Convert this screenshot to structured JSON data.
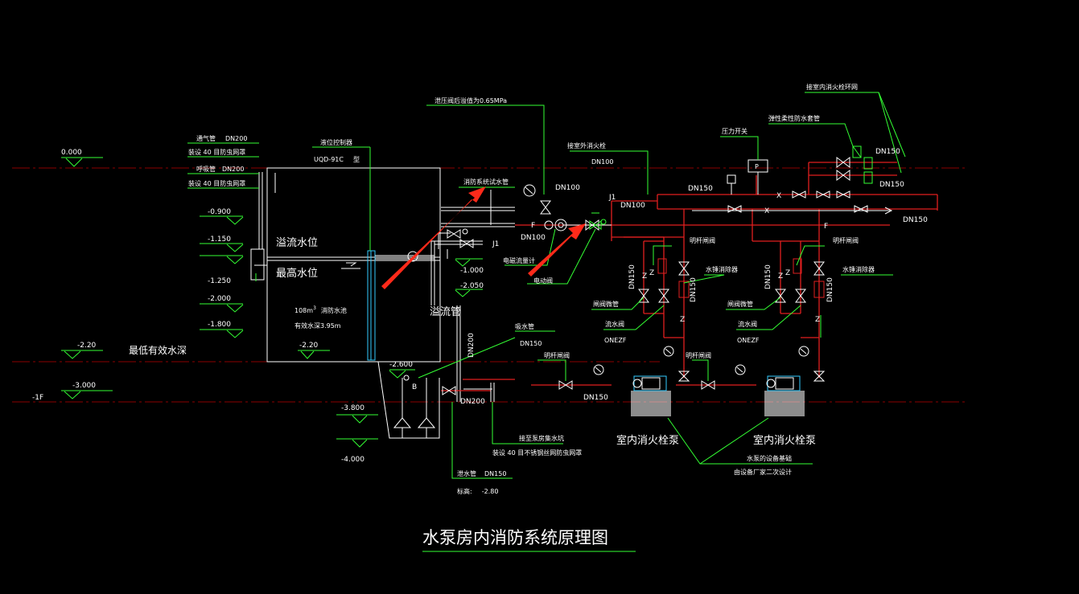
{
  "title": "水泵房内消防系统原理图",
  "levels": {
    "l0": "0.000",
    "l0900": "-0.900",
    "l1150": "-1.150",
    "l1250": "-1.250",
    "l2000": "-2.000",
    "l1800": "-1.800",
    "l220": "-2.20",
    "l3000": "-3.000",
    "floor": "-1F",
    "l220b": "-2.20",
    "l1000": "-1.000",
    "l2050": "-2.050",
    "l2600": "-2.600",
    "l3800": "-3.800",
    "l4000": "-4.000",
    "lowest_note": "最低有效水深"
  },
  "tank": {
    "overflow_level": "溢流水位",
    "max_level": "最高水位",
    "volume": "108m",
    "volume_sup": "3",
    "volume_suffix": "消防水池",
    "depth": "有效水深3.95m",
    "overflow_pipe": "溢流管",
    "vent_pipe": "通气管",
    "vent_dn": "DN200",
    "vent_mesh": "装设 40 目防虫网罩",
    "breath_pipe": "呼吸管",
    "breath_dn": "DN200",
    "breath_mesh": "装设 40 目防虫网罩",
    "controller": "液位控制器",
    "controller_model": "UQD-91C",
    "controller_type": "型"
  },
  "labels": {
    "relief_valve": "泄压阀后溢值为0.65MPa",
    "test_pipe": "消防系统试水管",
    "to_ext": "接室外消火栓",
    "to_ext_dn": "DN100",
    "dn100_a": "DN100",
    "dn100_b": "DN100",
    "dn100_c": "DN100",
    "j1_a": "J1",
    "j1_b": "J1",
    "f_a": "F",
    "f_b": "F",
    "x_a": "X",
    "x_b": "X",
    "dn150_a": "DN150",
    "dn150_b": "DN150",
    "dn150_c": "DN150",
    "dn150_d": "DN150",
    "flowmeter": "电磁流量计",
    "e_valve": "电动阀",
    "pressure_switch": "压力开关",
    "p_box": "P",
    "soft_joint": "弹性柔性防水套管",
    "ring_net": "接室内消火栓环网",
    "gate1": "明杆闸阀",
    "gate2": "明杆闸阀",
    "gate3": "明杆闸阀",
    "hammer1": "水锤消除器",
    "hammer2": "水锤消除器",
    "check1": "闸阀微管",
    "check2": "闸阀微管",
    "flow_sw1": "流水阀",
    "flow_sw2": "流水阀",
    "onezf1": "ONEZF",
    "onezf2": "ONEZF",
    "dn150_v1": "DN150",
    "dn150_v2": "DN150",
    "dn150_v3": "DN150",
    "dn150_v4": "DN150",
    "z1": "Z",
    "z2": "Z",
    "z3": "Z",
    "z4": "Z",
    "z5": "Z",
    "z6": "Z",
    "dn200_v": "DN200",
    "dn200_h": "DN200",
    "suction": "吸水管",
    "suction_dn": "DN150",
    "gate_bottom": "明杆闸阀",
    "dn150_pump": "DN150",
    "b_label": "B",
    "pump1": "室内消火栓泵",
    "pump2": "室内消火栓泵",
    "pump_note1": "水泵的设备基础",
    "pump_note2": "由设备厂家二次设计",
    "sump_pipe": "接至泵房集水坑",
    "sump_note": "装设 40 目不锈钢丝网防虫网罩",
    "drain": "泄水管",
    "drain_dn": "DN150",
    "drain_elev_label": "标高:",
    "drain_elev": "-2.80"
  },
  "colors": {
    "background": "#000000",
    "red": "#ff0000",
    "pipe_red": "#e11f1f",
    "green": "#33ff33",
    "white": "#ffffff",
    "cyan": "#33ccff",
    "arrow": "#ff2a1a"
  }
}
